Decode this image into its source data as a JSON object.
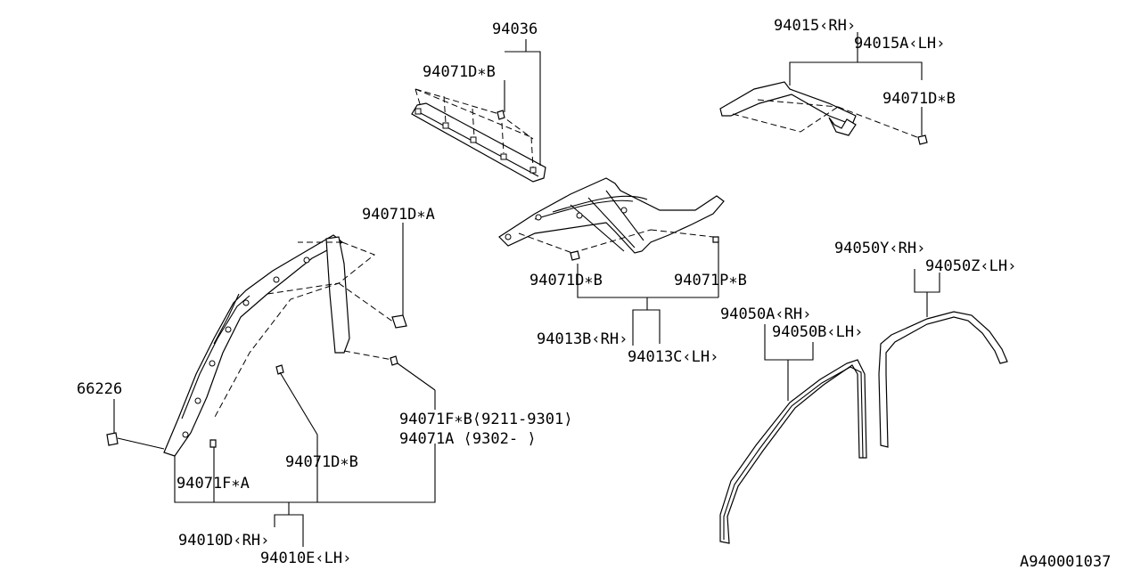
{
  "diagram": {
    "parts": {
      "p94036": "94036",
      "p94071DB_top": "94071D∗B",
      "p94015": "94015‹RH›",
      "p94015A": "94015A‹LH›",
      "p94071DB_right": "94071D∗B",
      "p94071DA": "94071D∗A",
      "p94071DB_mid": "94071D∗B",
      "p94071PB": "94071P∗B",
      "p94013B": "94013B‹RH›",
      "p94013C": "94013C‹LH›",
      "p94050Y": "94050Y‹RH›",
      "p94050Z": "94050Z‹LH›",
      "p94050A": "94050A‹RH›",
      "p94050B": "94050B‹LH›",
      "p66226": "66226",
      "p94071FB": "94071F∗B⟨9211-9301⟩",
      "p94071A": "94071A ⟨9302-      ⟩",
      "p94071DB_low": "94071D∗B",
      "p94071FA": "94071F∗A",
      "p94010D": "94010D‹RH›",
      "p94010E": "94010E‹LH›"
    },
    "figure_id": "A940001037"
  }
}
